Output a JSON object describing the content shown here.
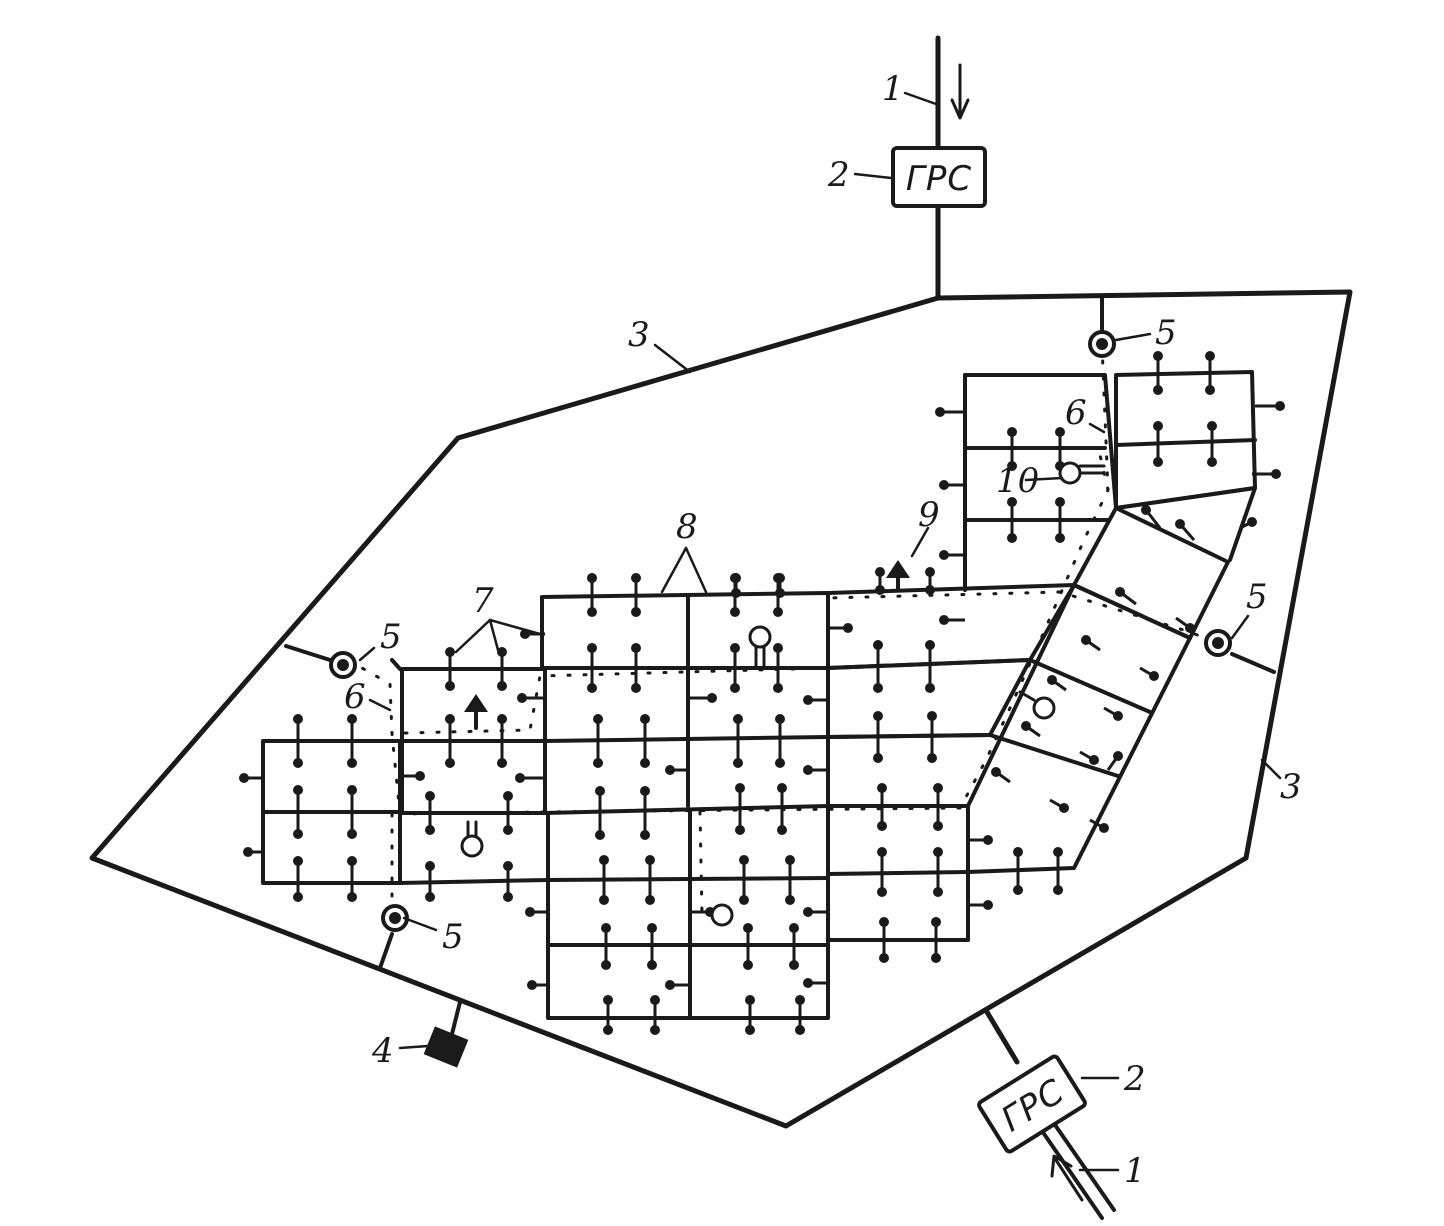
{
  "labels": {
    "inlet_pipe": "1",
    "station": "2",
    "ring_main": "3",
    "storage": "4",
    "regulator_point": "5",
    "medium_pressure_line": "6",
    "consumers": "7",
    "quarter_network": "8",
    "boiler": "9",
    "industrial_consumer": "10"
  },
  "station_text": "ГРС"
}
